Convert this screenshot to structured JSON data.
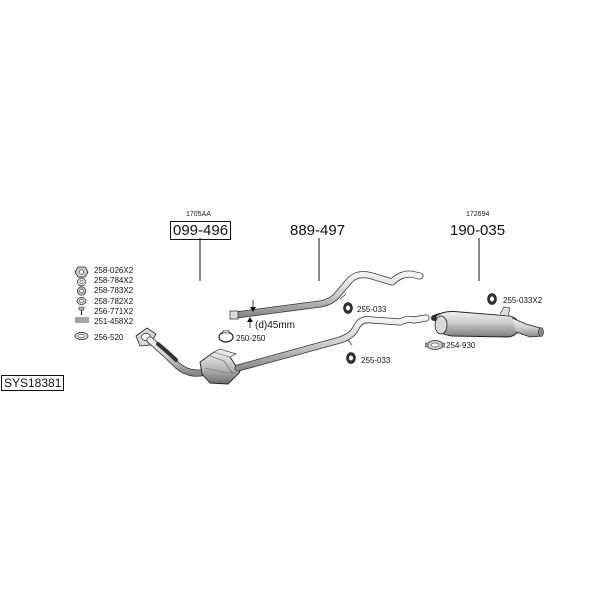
{
  "system_id": "SYS18381",
  "assemblies": {
    "front_pipe": {
      "ref": "1705AA",
      "part": "099-496"
    },
    "middle_pipe": {
      "part": "889-497"
    },
    "rear_silencer": {
      "ref": "172694",
      "part": "190-035"
    }
  },
  "diameter_note": "(d)45mm",
  "hardware_list": [
    {
      "part": "258-026X2",
      "icon": "nut-icon"
    },
    {
      "part": "258-784X2",
      "icon": "washer-icon"
    },
    {
      "part": "258-783X2",
      "icon": "lock-washer-icon"
    },
    {
      "part": "258-782X2",
      "icon": "spring-icon"
    },
    {
      "part": "256-771X2",
      "icon": "bolt-icon"
    },
    {
      "part": "251-458X2",
      "icon": "spring-coil-icon"
    },
    {
      "part": "256-520",
      "icon": "gasket-ring-icon"
    }
  ],
  "clamp": {
    "part": "250-250"
  },
  "hangers": [
    {
      "part": "255-033"
    },
    {
      "part": "255-033"
    },
    {
      "part": "255-033X2"
    }
  ],
  "rear_clamp": {
    "part": "254-930"
  }
}
